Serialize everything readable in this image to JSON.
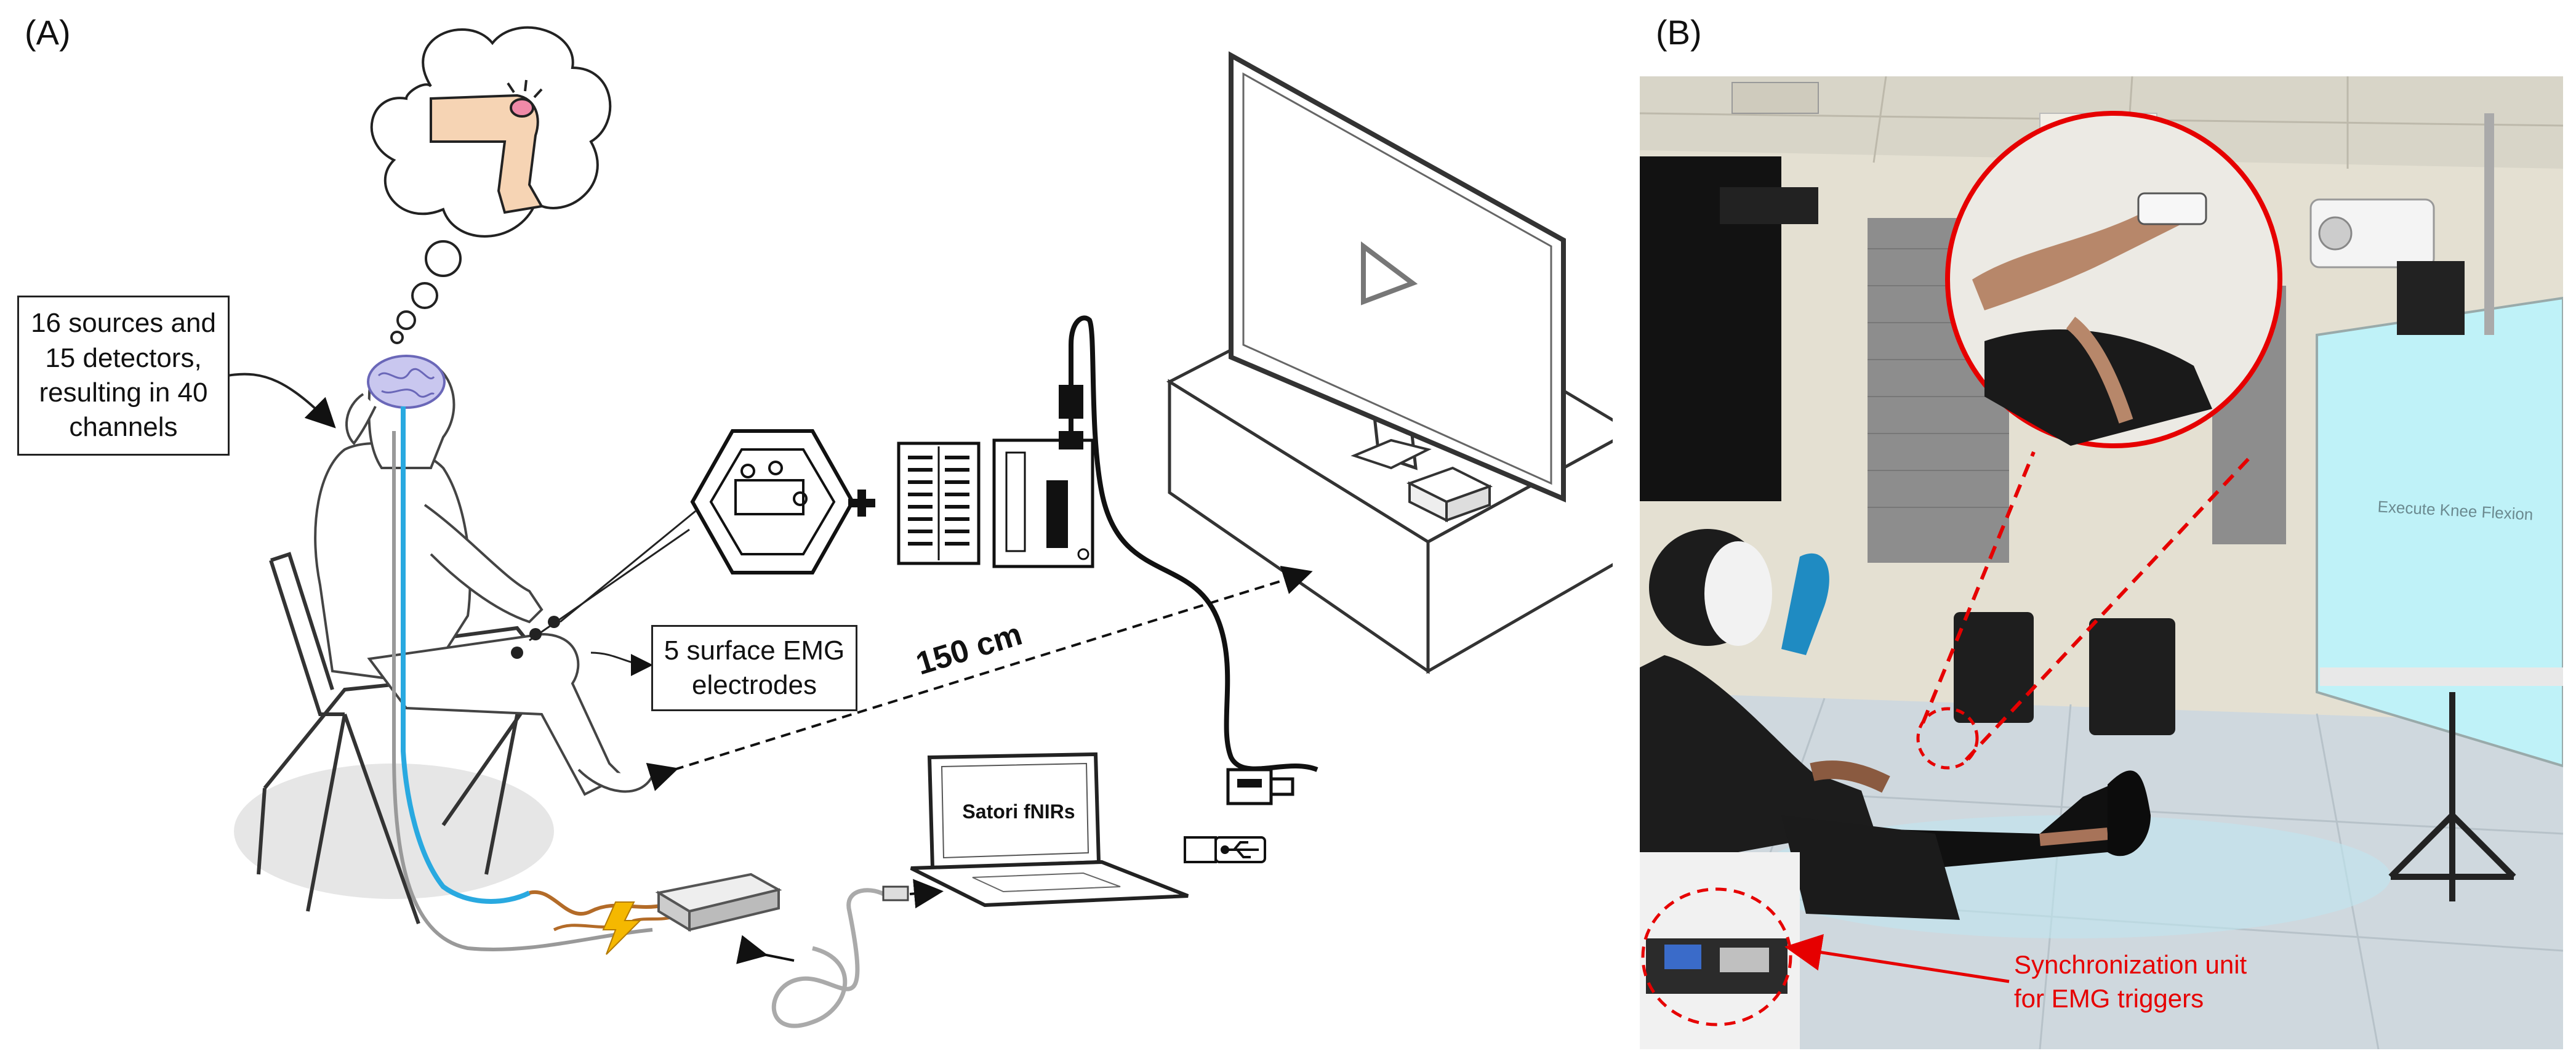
{
  "panels": {
    "a_label": "(A)",
    "b_label": "(B)"
  },
  "callouts": {
    "fnirs_lines": [
      "16 sources and",
      "15 detectors,",
      "resulting in 40",
      "channels"
    ],
    "emg_lines": [
      "5 surface EMG",
      "electrodes"
    ],
    "sync_lines": [
      "Synchronization unit",
      "for EMG triggers"
    ]
  },
  "distance_label": "150 cm",
  "laptop_label": "Satori fNIRs",
  "screen_text": "Execute Knee Flexion",
  "colors": {
    "fiber_blue": "#29a9e0",
    "highlight_red": "#e60000",
    "skin": "#f6d4b4",
    "screen_cyan": "#bff2f8"
  },
  "icons": [
    "thought-cloud-icon",
    "knee-icon",
    "brain-icon",
    "emg-sensor-icon",
    "plus-icon",
    "breadboard-icon",
    "arduino-icon",
    "play-icon",
    "usb-icon",
    "lightning-icon"
  ]
}
